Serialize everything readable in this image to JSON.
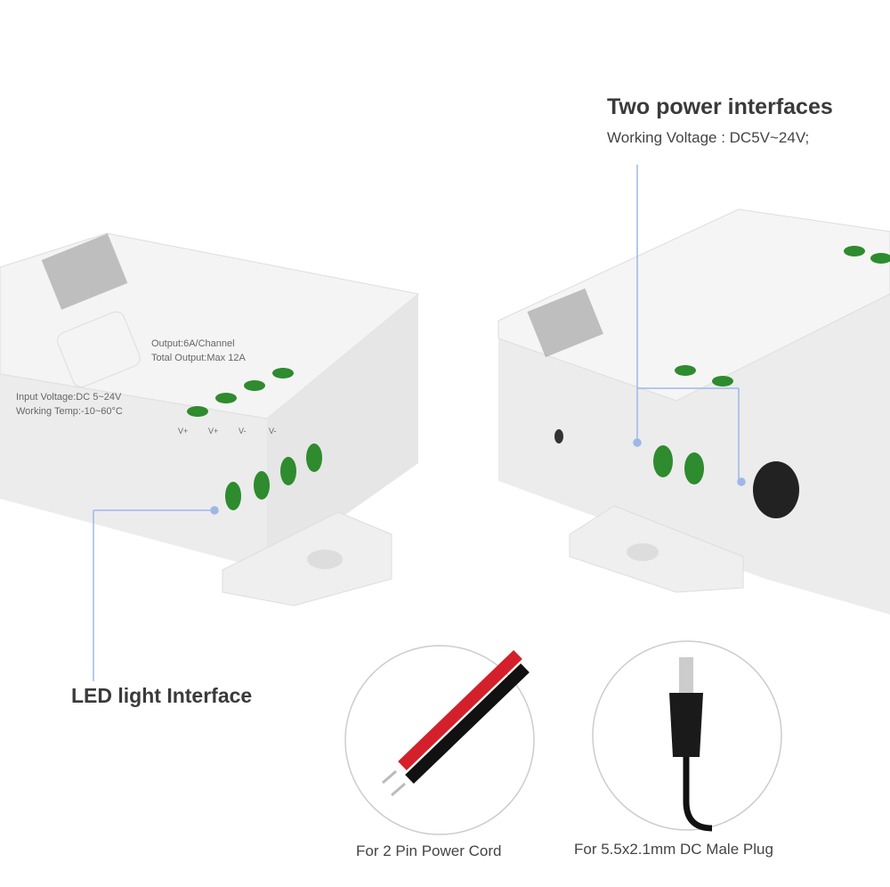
{
  "headline": {
    "title": "Two power interfaces",
    "subtitle": "Working Voltage : DC5V~24V;"
  },
  "led_interface": {
    "label": "LED light Interface"
  },
  "accessories": [
    {
      "caption": "For 2 Pin Power Cord"
    },
    {
      "caption": "For 5.5x2.1mm DC Male Plug"
    }
  ],
  "device_label": {
    "input_voltage": "Input Voltage:DC 5~24V",
    "working_temp": "Working Temp:-10~60°C",
    "output": "Output:6A/Channel",
    "total_output": "Total Output:Max 12A",
    "terminals": [
      "V+",
      "V+",
      "V-",
      "V-"
    ]
  },
  "colors": {
    "callout_line": "#9db8e8",
    "terminal_green": "#2e8b2e",
    "wire_red": "#d4202a",
    "wire_black": "#111111"
  }
}
